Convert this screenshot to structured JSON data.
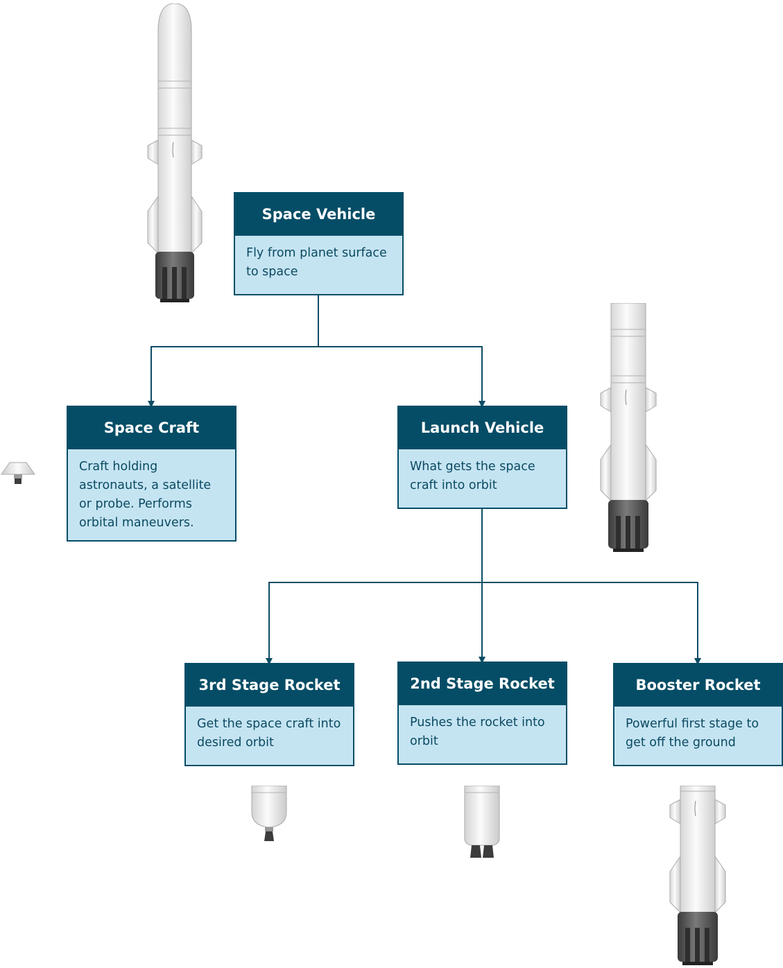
{
  "colors": {
    "header": "#054d66",
    "body": "#c5e4f2",
    "border": "#054d66",
    "wire": "#0c4d63",
    "text_body": "#0b4a62",
    "text_header": "#ffffff"
  },
  "nodes": {
    "space_vehicle": {
      "title": "Space Vehicle",
      "desc": "Fly from planet surface to space"
    },
    "space_craft": {
      "title": "Space Craft",
      "desc": "Craft holding astronauts, a satellite or probe. Performs orbital maneuvers."
    },
    "launch_vehicle": {
      "title": "Launch Vehicle",
      "desc": "What gets the space craft into orbit"
    },
    "third_stage": {
      "title": "3rd Stage Rocket",
      "desc": "Get the space craft into desired orbit"
    },
    "second_stage": {
      "title": "2nd Stage Rocket",
      "desc": "Pushes the rocket into orbit"
    },
    "booster": {
      "title": "Booster Rocket",
      "desc": "Powerful first stage to get off the ground"
    }
  },
  "icons": {
    "full_rocket": "full-rocket-icon",
    "launch_vehicle": "launch-vehicle-rocket-icon",
    "capsule": "space-craft-capsule-icon",
    "third_stage": "third-stage-icon",
    "second_stage": "second-stage-icon",
    "booster": "booster-rocket-icon"
  }
}
